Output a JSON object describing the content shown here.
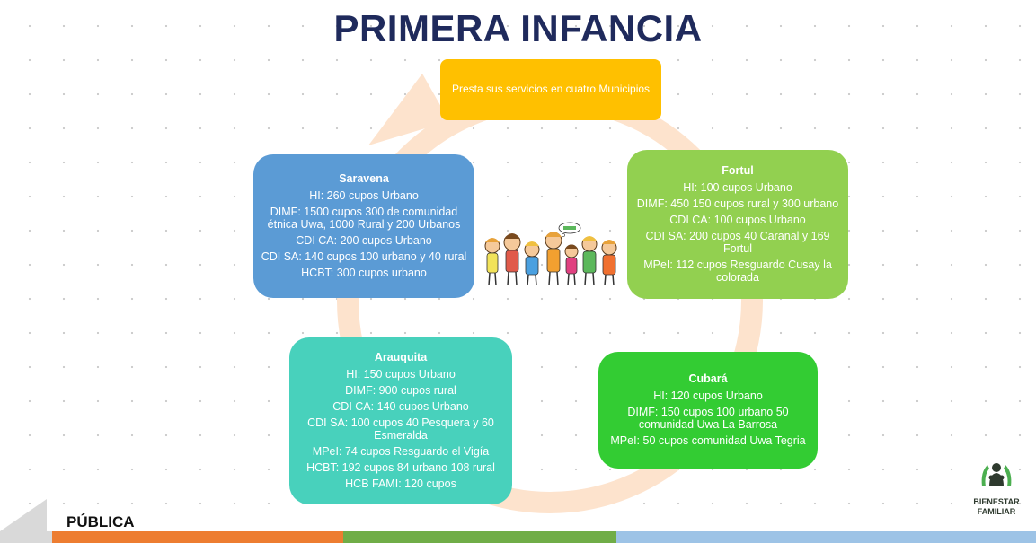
{
  "title": "PRIMERA INFANCIA",
  "footer_label": "PÚBLICA",
  "logo_text": [
    "BIENESTAR",
    "FAMILIAR"
  ],
  "colors": {
    "title": "#1f2a5c",
    "top": "#ffc000",
    "fortul": "#92d050",
    "cubara": "#33cc33",
    "arauquita": "#48d1bc",
    "saravena": "#5b9bd5",
    "cycle_arrow": "#fde3cd"
  },
  "center": {
    "text": "Presta sus servicios en cuatro Municipios"
  },
  "fortul": {
    "name": "Fortul",
    "lines": [
      "HI: 100 cupos Urbano",
      "DIMF: 450 150 cupos rural y 300 urbano",
      "CDI CA: 100 cupos Urbano",
      "CDI SA: 200 cupos 40 Caranal y 169 Fortul",
      "MPeI: 112 cupos Resguardo Cusay la colorada"
    ]
  },
  "cubara": {
    "name": "Cubará",
    "lines": [
      "HI: 120 cupos Urbano",
      "DIMF: 150 cupos 100 urbano 50 comunidad Uwa La Barrosa",
      "MPeI: 50 cupos comunidad Uwa Tegria"
    ]
  },
  "arauquita": {
    "name": "Arauquita",
    "lines": [
      "HI: 150 cupos Urbano",
      "DIMF: 900 cupos rural",
      "CDI CA: 140 cupos Urbano",
      "CDI SA: 100 cupos 40 Pesquera y 60 Esmeralda",
      "MPeI: 74 cupos Resguardo el Vigía",
      "HCBT: 192 cupos 84 urbano 108 rural",
      "HCB FAMI: 120 cupos"
    ]
  },
  "saravena": {
    "name": "Saravena",
    "lines": [
      "HI: 260 cupos Urbano",
      "DIMF: 1500 cupos 300 de comunidad étnica Uwa, 1000 Rural y 200 Urbanos",
      "CDI CA: 200 cupos Urbano",
      "CDI SA: 140 cupos 100 urbano y 40 rural",
      "HCBT: 300 cupos urbano"
    ]
  }
}
